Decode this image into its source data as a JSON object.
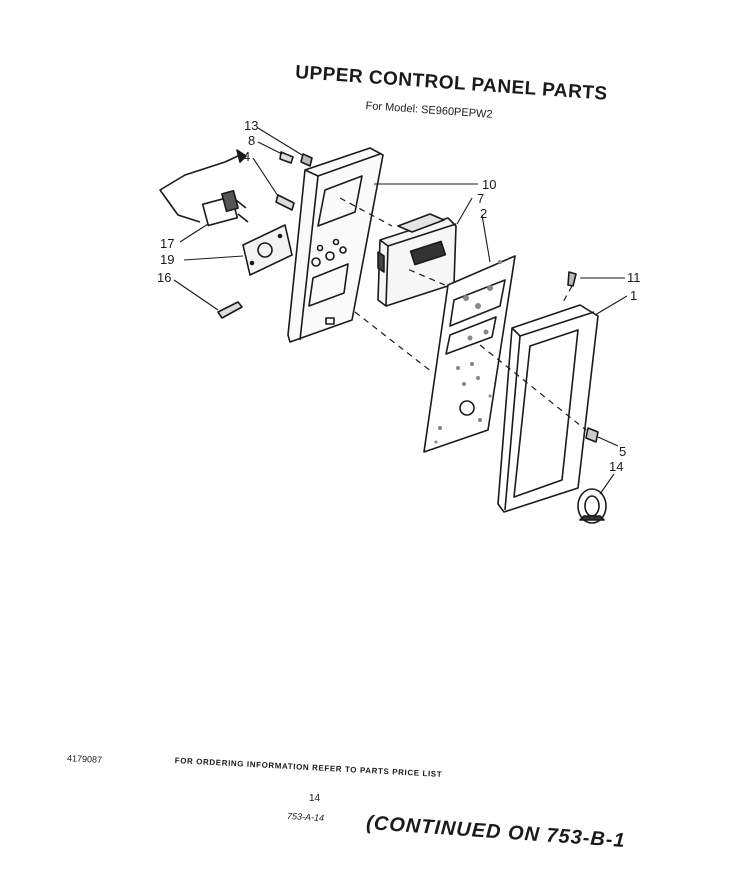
{
  "header": {
    "title": "UPPER CONTROL PANEL PARTS",
    "subtitle": "For Model: SE960PEPW2"
  },
  "callouts": {
    "c13": "13",
    "c8": "8",
    "c4": "4",
    "c17": "17",
    "c19": "19",
    "c16": "16",
    "c10": "10",
    "c7": "7",
    "c2": "2",
    "c11": "11",
    "c1": "1",
    "c5": "5",
    "c14": "14"
  },
  "footer": {
    "doc_number": "4179087",
    "note": "FOR ORDERING INFORMATION REFER TO PARTS PRICE LIST",
    "page": "14",
    "code": "753-A-14",
    "continued": "(CONTINUED ON 753-B-1"
  }
}
